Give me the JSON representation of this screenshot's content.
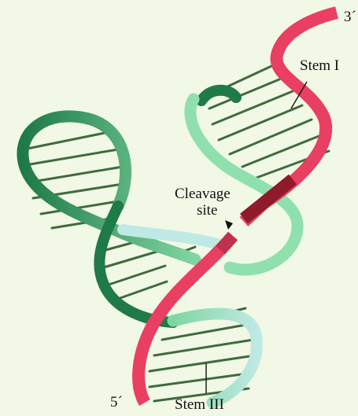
{
  "labels": {
    "three_prime": "3´",
    "stem_one": "Stem I",
    "cleavage": "Cleavage",
    "site": "site",
    "five_prime": "5´",
    "stem_three": "Stem III"
  },
  "colors": {
    "background": "#f2f8e6",
    "substrate_strand": "#e83f62",
    "substrate_strand_dark": "#8f1a2a",
    "ribozyme_light": "#7fd6a2",
    "ribozyme_dark": "#1f7a48",
    "ribozyme_cyan": "#a8e3dc",
    "base_pairs": "#3f6b3f"
  }
}
